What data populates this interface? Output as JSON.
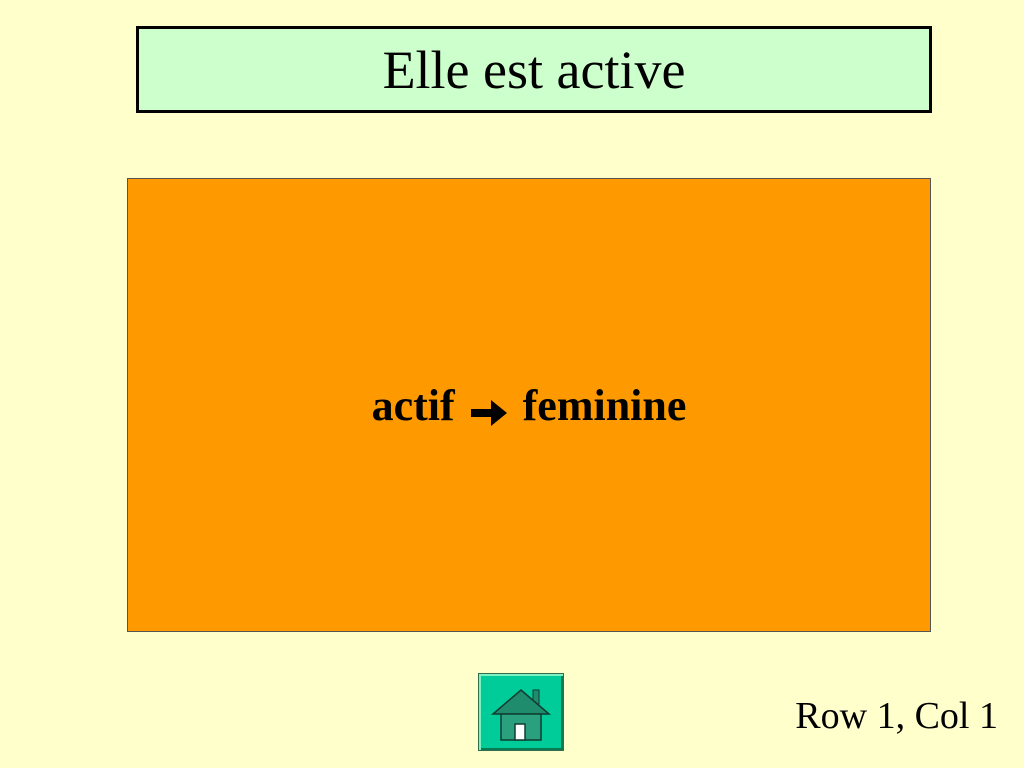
{
  "slide": {
    "background_color": "#FFFFCC",
    "title": {
      "text": "Elle est active",
      "box_color": "#CCFFCC"
    },
    "answer": {
      "box_color": "#FF9900",
      "left_text": "actif",
      "arrow_icon": "right-arrow-icon",
      "right_text": "feminine"
    },
    "home_button": {
      "icon": "home-icon",
      "color": "#00CC99"
    },
    "footer_label": "Row 1, Col 1"
  }
}
